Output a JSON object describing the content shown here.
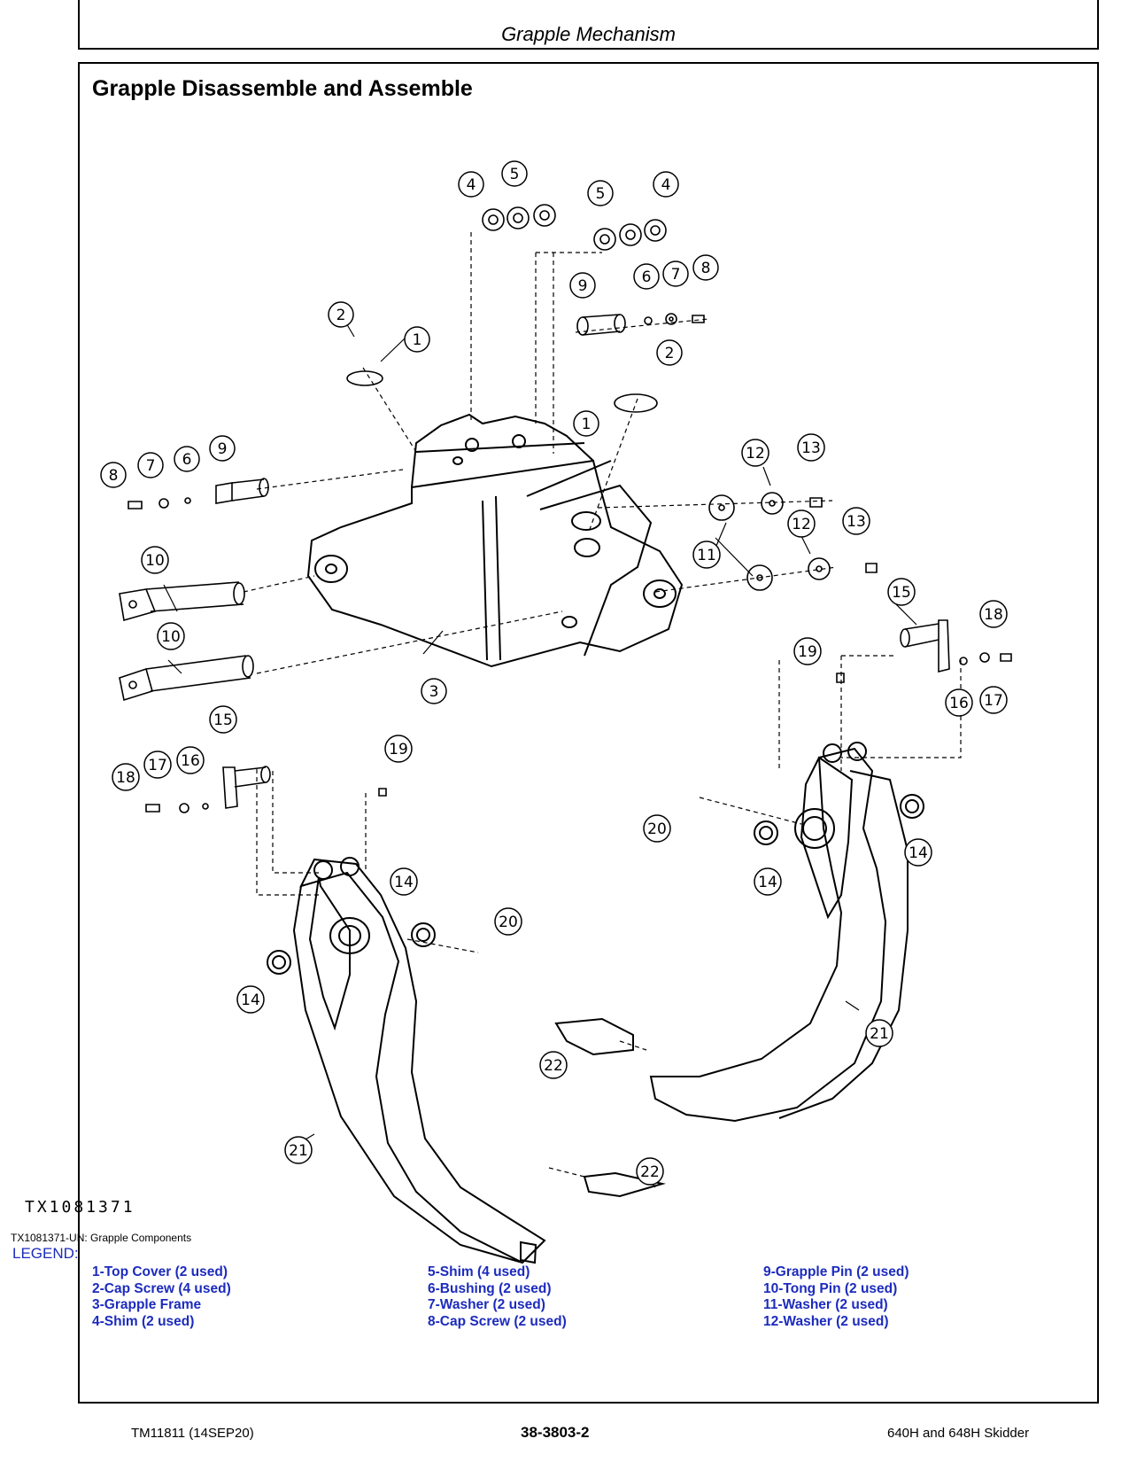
{
  "header": {
    "section_title": "Grapple Mechanism"
  },
  "page_heading": "Grapple Disassemble and Assemble",
  "figure": {
    "id_label": "TX1081371",
    "caption": "TX1081371-UN: Grapple Components",
    "callout_numbers": [
      "1",
      "2",
      "3",
      "4",
      "5",
      "6",
      "7",
      "8",
      "9",
      "10",
      "11",
      "12",
      "13",
      "14",
      "15",
      "16",
      "17",
      "18",
      "19",
      "20",
      "21",
      "22"
    ]
  },
  "legend": {
    "title": "LEGEND:",
    "columns": [
      [
        "1-Top Cover (2 used)",
        "2-Cap Screw (4 used)",
        "3-Grapple Frame",
        "4-Shim (2 used)"
      ],
      [
        "5-Shim (4 used)",
        "6-Bushing (2 used)",
        "7-Washer (2 used)",
        "8-Cap Screw (2 used)"
      ],
      [
        "9-Grapple Pin (2 used)",
        "10-Tong Pin (2 used)",
        "11-Washer (2 used)",
        "12-Washer (2 used)"
      ]
    ]
  },
  "footer": {
    "left": "TM11811 (14SEP20)",
    "center": "38-3803-2",
    "right": "640H and 648H Skidder"
  },
  "colors": {
    "legend_text": "#1c2bbd",
    "line": "#000000"
  }
}
